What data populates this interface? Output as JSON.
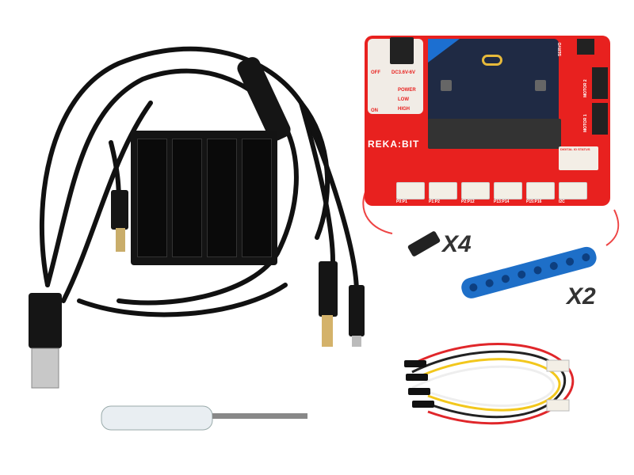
{
  "board": {
    "logo": "REKA:BIT",
    "power_input": "DC3.6V-6V",
    "switch_off": "OFF",
    "switch_on": "ON",
    "indicators": [
      "POWER",
      "LOW",
      "HIGH"
    ],
    "servo": "SERVO",
    "motor2": "MOTOR 2",
    "motor1": "MOTOR 1",
    "io_status": "DIGITAL IO STATUS",
    "ports": [
      "P0:P1",
      "P1:P2",
      "P2:P12",
      "P13:P14",
      "P15:P16",
      "I2C"
    ]
  },
  "accessories": {
    "connector_qty": "X4",
    "beam_qty": "X2"
  },
  "colors": {
    "board": "#e8211f",
    "beam": "#1e6fc8",
    "cable": "#111111"
  }
}
